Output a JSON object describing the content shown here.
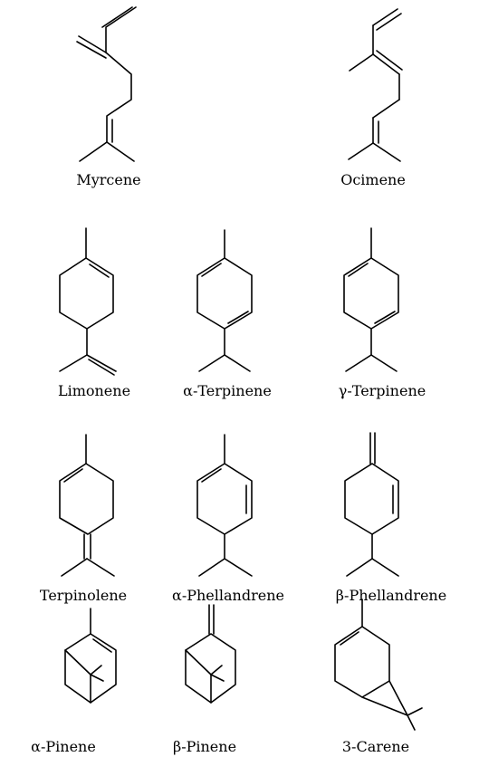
{
  "molecules": [
    {
      "id": "myrcene",
      "name": "Myrcene"
    },
    {
      "id": "ocimene",
      "name": "Ocimene"
    },
    {
      "id": "limonene",
      "name": "Limonene"
    },
    {
      "id": "alpha-terpinene",
      "name": "α-Terpinene"
    },
    {
      "id": "gamma-terpinene",
      "name": "γ-Terpinene"
    },
    {
      "id": "terpinolene",
      "name": "Terpinolene"
    },
    {
      "id": "alpha-phellandrene",
      "name": "α-Phellandrene"
    },
    {
      "id": "beta-phellandrene",
      "name": "β-Phellandrene"
    },
    {
      "id": "alpha-pinene",
      "name": "α-Pinene"
    },
    {
      "id": "beta-pinene",
      "name": "β-Pinene"
    },
    {
      "id": "3-carene",
      "name": "3-Carene"
    }
  ]
}
